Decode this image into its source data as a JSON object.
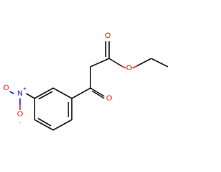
{
  "molecule": {
    "atoms": {
      "o_carbonyl_ester": {
        "symbol": "O",
        "color": "#ff0000"
      },
      "o_ether": {
        "symbol": "O",
        "color": "#ff0000"
      },
      "o_ketone": {
        "symbol": "O",
        "color": "#ff0000"
      },
      "n_nitro": {
        "symbol": "N",
        "charge": "+",
        "color": "#0000ff"
      },
      "o_nitro_top": {
        "symbol": "O",
        "color": "#ff0000"
      },
      "o_nitro_bottom": {
        "symbol": "O",
        "charge": "-",
        "color": "#ff0000"
      }
    },
    "colors": {
      "bond": "#000000",
      "oxygen": "#ff0000",
      "nitrogen": "#0000ff"
    }
  }
}
